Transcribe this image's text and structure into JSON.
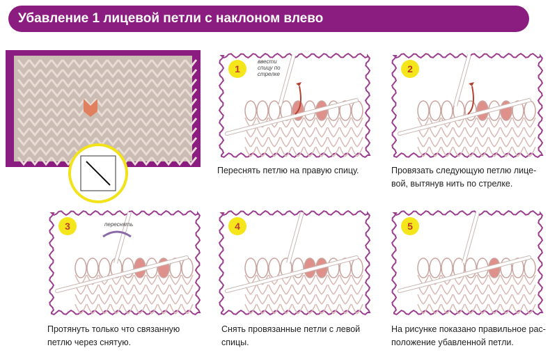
{
  "title": "Убавление 1 лицевой петли с наклоном влево",
  "steps": [
    {
      "num": "1",
      "note": "ввести спицу по стрелке",
      "caption": "Переснять петлю на правую спицу."
    },
    {
      "num": "2",
      "caption": "Провязать следующую петлю лице-вой, вытянув нить по стрелке."
    },
    {
      "num": "3",
      "note": "переснять",
      "caption": "Протянуть только что связанную петлю через снятую."
    },
    {
      "num": "4",
      "caption": "Снять провязанные петли с левой спицы."
    },
    {
      "num": "5",
      "caption": "На рисунке показано правильное рас-положение убавленной петли."
    }
  ],
  "colors": {
    "accent": "#8b1c80",
    "highlight": "#e0908a",
    "badge": "#f5e61c"
  }
}
